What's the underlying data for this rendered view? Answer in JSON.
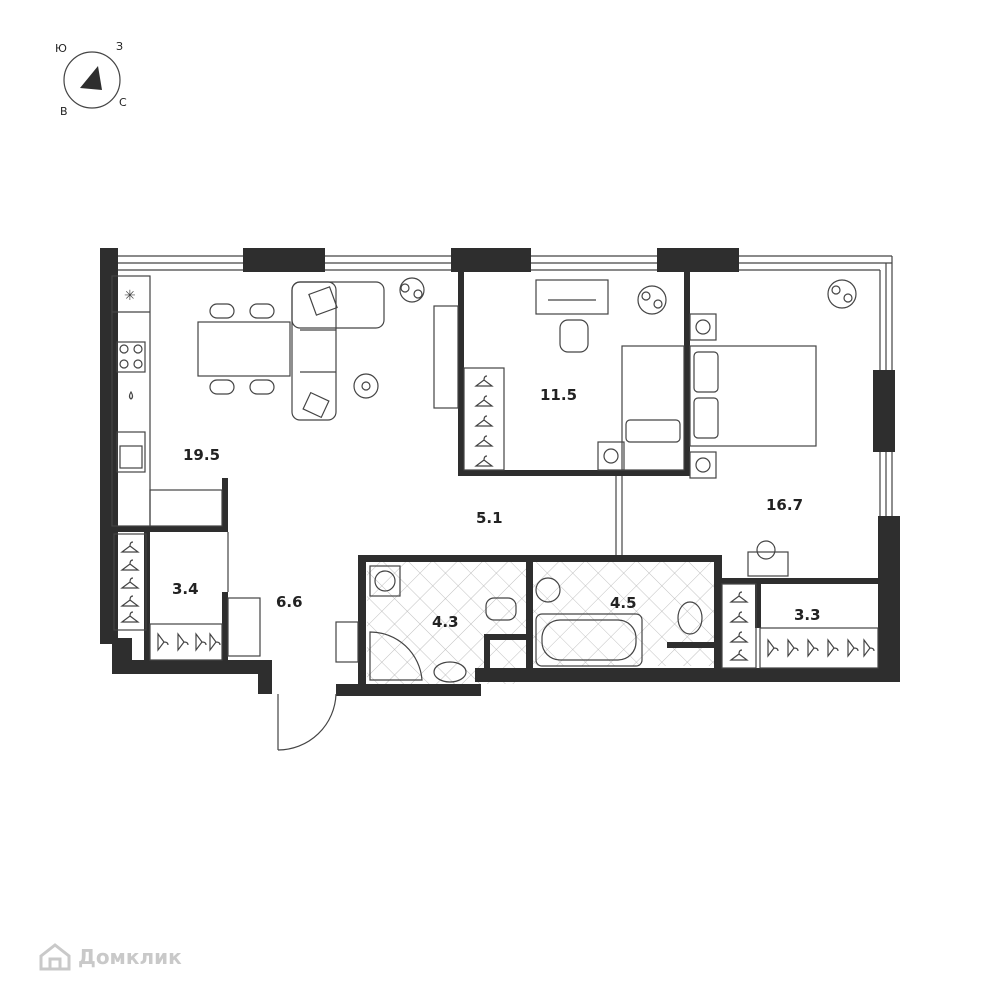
{
  "compass": {
    "north": "С",
    "south": "Ю",
    "east": "В",
    "west": "З"
  },
  "rooms": [
    {
      "id": "living-kitchen",
      "area": "19.5"
    },
    {
      "id": "bedroom-small",
      "area": "11.5"
    },
    {
      "id": "corridor",
      "area": "5.1"
    },
    {
      "id": "bedroom-master",
      "area": "16.7"
    },
    {
      "id": "closet-left",
      "area": "3.4"
    },
    {
      "id": "hall",
      "area": "6.6"
    },
    {
      "id": "bathroom-left",
      "area": "4.3"
    },
    {
      "id": "bathroom-right",
      "area": "4.5"
    },
    {
      "id": "closet-right",
      "area": "3.3"
    }
  ],
  "watermark": {
    "text": "Домклик"
  },
  "colors": {
    "wall": "#2e2e2e",
    "line": "#444444",
    "watermark": "#c9c9c9"
  }
}
